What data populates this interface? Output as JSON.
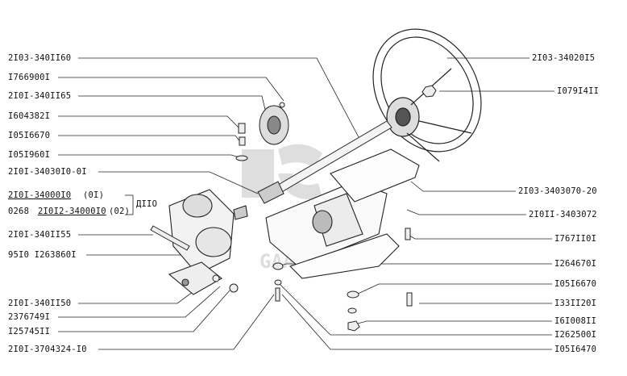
{
  "diagram": {
    "watermark": "GAAT ZAM",
    "group_label": "ДIIO",
    "left_labels": [
      {
        "id": "l1",
        "text": "2I03-340II60"
      },
      {
        "id": "l2",
        "text": "I766900I"
      },
      {
        "id": "l3",
        "text": "2I0I-340II65"
      },
      {
        "id": "l4",
        "text": "I604382I"
      },
      {
        "id": "l5",
        "text": "I05I6670"
      },
      {
        "id": "l6",
        "text": "I05I960I"
      },
      {
        "id": "l7",
        "text": "2I0I-34030I0-0I"
      },
      {
        "id": "l8a",
        "text": "2I0I-34000I0"
      },
      {
        "id": "l8b",
        "text": "(0I)"
      },
      {
        "id": "l9a",
        "text": "0268"
      },
      {
        "id": "l9b",
        "text": "2I0I2-34000I0"
      },
      {
        "id": "l9c",
        "text": "(02)"
      },
      {
        "id": "l10",
        "text": "2I0I-340II55"
      },
      {
        "id": "l11",
        "text": "95I0 I263860I"
      },
      {
        "id": "l12",
        "text": "2I0I-340II50"
      },
      {
        "id": "l13",
        "text": "2376749I"
      },
      {
        "id": "l14",
        "text": "I25745II"
      },
      {
        "id": "l15",
        "text": "2I0I-3704324-I0"
      }
    ],
    "right_labels": [
      {
        "id": "r1",
        "text": "2I03-34020I5"
      },
      {
        "id": "r2",
        "text": "I079I4II"
      },
      {
        "id": "r3",
        "text": "2I03-3403070-20"
      },
      {
        "id": "r4",
        "text": "2I0II-3403072"
      },
      {
        "id": "r5",
        "text": "I767II0I"
      },
      {
        "id": "r6",
        "text": "I264670I"
      },
      {
        "id": "r7",
        "text": "I05I6670"
      },
      {
        "id": "r8",
        "text": "I33II20I"
      },
      {
        "id": "r9",
        "text": "I6I008II"
      },
      {
        "id": "r10",
        "text": "I262500I"
      },
      {
        "id": "r11",
        "text": "I05I6470"
      }
    ]
  }
}
